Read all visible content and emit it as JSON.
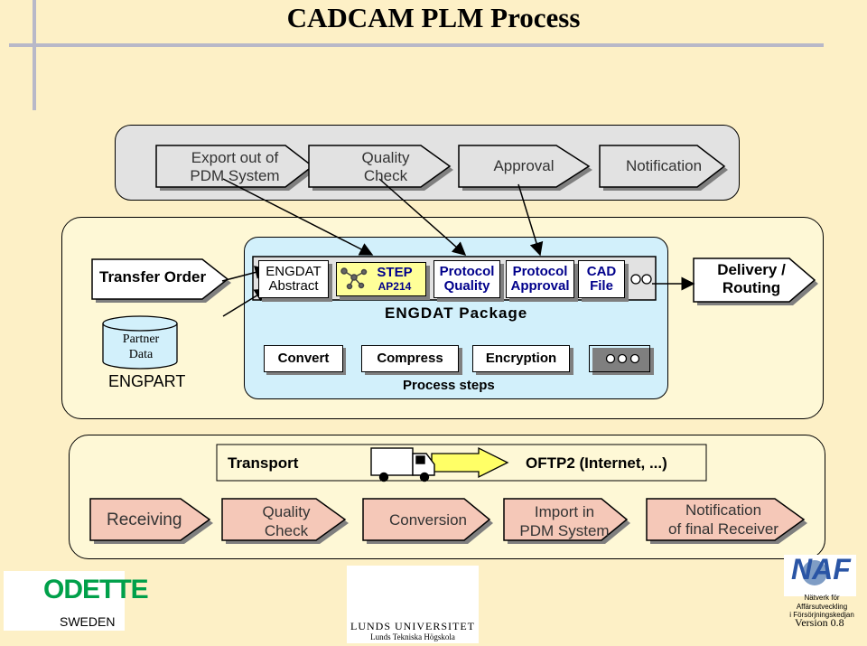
{
  "title": "CADCAM PLM Process",
  "top_row": [
    {
      "line1": "Export out of",
      "line2": "PDM System"
    },
    {
      "line1": "Quality",
      "line2": "Check"
    },
    {
      "line1": "Approval",
      "line2": ""
    },
    {
      "line1": "Notification",
      "line2": ""
    }
  ],
  "middle": {
    "transfer_order": "Transfer Order",
    "partner_db_line1": "Partner",
    "partner_db_line2": "Data",
    "engpart": "ENGPART",
    "engdat_abstract_line1": "ENGDAT",
    "engdat_abstract_line2": "Abstract",
    "step_line1": "STEP",
    "step_line2": "AP214",
    "protocol_quality_line1": "Protocol",
    "protocol_quality_line2": "Quality",
    "protocol_approval_line1": "Protocol",
    "protocol_approval_line2": "Approval",
    "cad_file_line1": "CAD",
    "cad_file_line2": "File",
    "package_label": "ENGDAT Package",
    "convert": "Convert",
    "compress": "Compress",
    "encryption": "Encryption",
    "process_steps": "Process steps",
    "delivery_line1": "Delivery /",
    "delivery_line2": "Routing"
  },
  "transport": {
    "label": "Transport",
    "channel": "OFTP2 (Internet, ...)"
  },
  "bottom_row": [
    {
      "line1": "Receiving",
      "line2": ""
    },
    {
      "line1": "Quality",
      "line2": "Check"
    },
    {
      "line1": "Conversion",
      "line2": ""
    },
    {
      "line1": "Import in",
      "line2": "PDM System"
    },
    {
      "line1": "Notification",
      "line2": "of final Receiver"
    }
  ],
  "logos": {
    "odette": "ODETTE",
    "sweden": "SWEDEN",
    "lund_line1": "LUNDS UNIVERSITET",
    "lund_line2": "Lunds Tekniska Högskola",
    "naf": "NAF",
    "naf_line1": "Nätverk för Affärsutveckling",
    "naf_line2": "i Försörjningskedjan",
    "version": "Version 0.8"
  },
  "colors": {
    "top_arrows": "#e2e2e2",
    "bottom_arrows": "#f5c8b8",
    "step_yellow": "#ffff99",
    "transport_yellow": "#ffff66"
  }
}
